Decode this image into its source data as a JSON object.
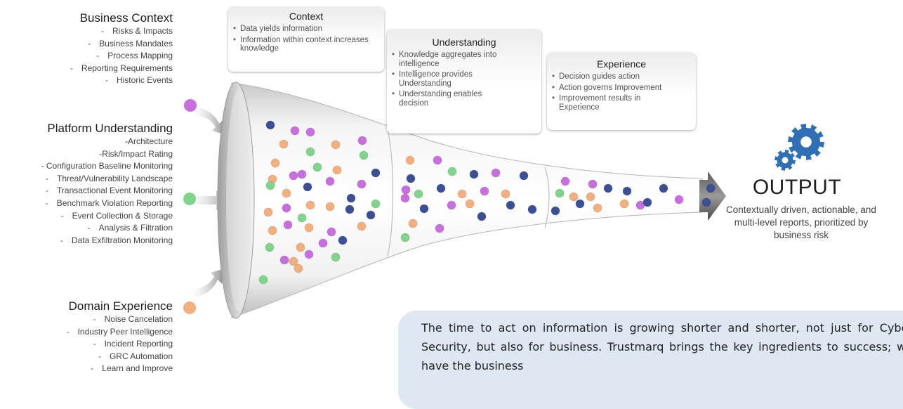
{
  "left_groups": [
    {
      "heading": "Business Context",
      "items": [
        "Risks & Impacts",
        "Business Mandates",
        "Process Mapping",
        "Reporting Requirements",
        "Historic Events"
      ],
      "bullet_color": "#c86ee0"
    },
    {
      "heading": "Platform Understanding",
      "items": [
        "-Architecture",
        "-Risk/Impact Rating",
        "- Configuration Baseline Monitoring",
        "Threat/Vulnerability Landscape",
        "Transactional Event Monitoring",
        "Benchmark Violation Reporting",
        "Event Collection & Storage",
        "Analysis & Filtration",
        "Data Exfiltration Monitoring"
      ],
      "bullet_color": "#7fd68b"
    },
    {
      "heading": "Domain Experience",
      "items": [
        "Noise Cancelation",
        "Industry Peer Intelligence",
        "Incident Reporting",
        "GRC Automation",
        "Learn and Improve"
      ],
      "bullet_color": "#f3b07c"
    }
  ],
  "stages": [
    {
      "title": "Context",
      "bullets": [
        "Data yields information",
        "Information within context increases knowledge"
      ]
    },
    {
      "title": "Understanding",
      "bullets": [
        "Knowledge aggregates into intelligence",
        "Intelligence provides Understanding",
        "Understanding enables decision"
      ]
    },
    {
      "title": "Experience",
      "bullets": [
        "Decision guides action",
        "Action governs Improvement",
        "Improvement results in Experience"
      ]
    }
  ],
  "output": {
    "title": "OUTPUT",
    "description": "Contextually driven, actionable, and multi-level reports, prioritized by business risk"
  },
  "note_text": "The time to act on information is growing shorter and shorter, not just for Cyber Security, but also for business. Trustmarq brings the key ingredients to success; we have the business",
  "colors": {
    "purple": "#c86ee0",
    "green": "#7fd68b",
    "orange": "#f3b07c",
    "navy": "#3a4f96",
    "gear": "#2f6fb5",
    "note_bg": "#dfe8f2"
  }
}
